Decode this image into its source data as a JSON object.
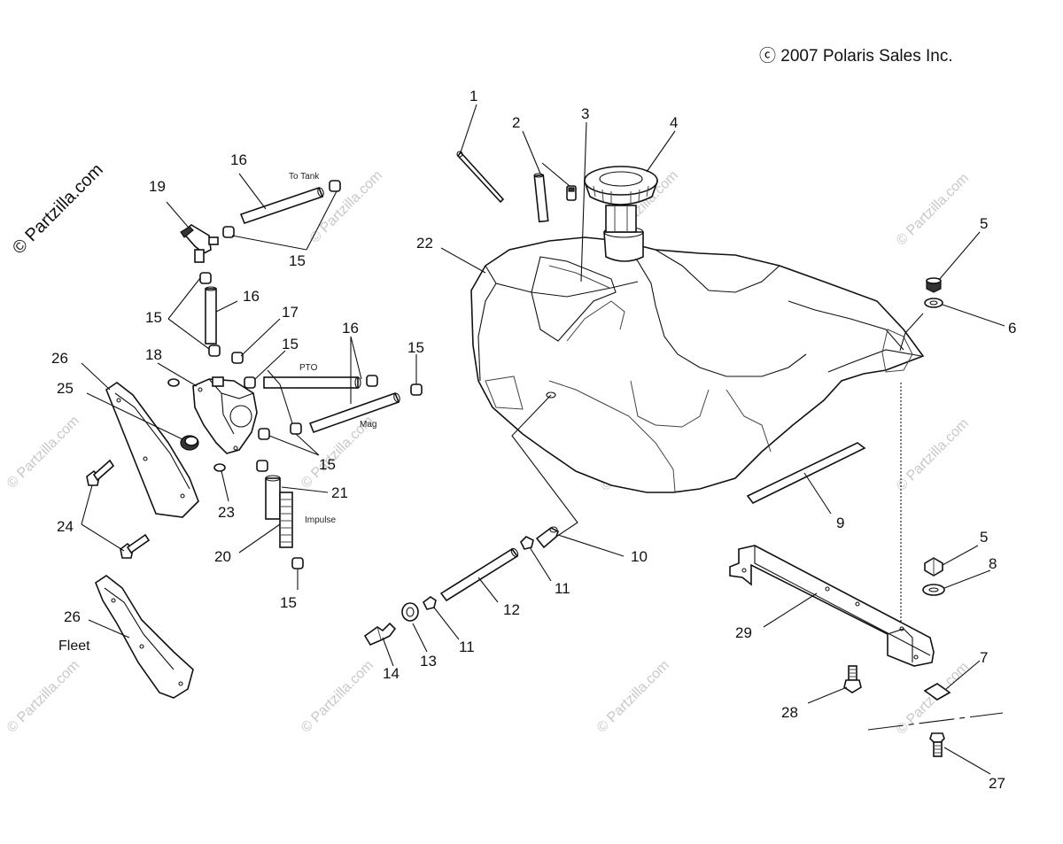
{
  "copyright": "ⓒ 2007 Polaris Sales Inc.",
  "watermark": "© Partzilla.com",
  "callouts": {
    "c1": "1",
    "c2": "2",
    "c3": "3",
    "c4": "4",
    "c5a": "5",
    "c5b": "5",
    "c6": "6",
    "c7": "7",
    "c8": "8",
    "c9": "9",
    "c10": "10",
    "c11a": "11",
    "c11b": "11",
    "c12": "12",
    "c13": "13",
    "c14": "14",
    "c15a": "15",
    "c15b": "15",
    "c15c": "15",
    "c15d": "15",
    "c15e": "15",
    "c15f": "15",
    "c16a": "16",
    "c16b": "16",
    "c16c": "16",
    "c17": "17",
    "c18": "18",
    "c19": "19",
    "c20": "20",
    "c21": "21",
    "c22": "22",
    "c23": "23",
    "c24": "24",
    "c25": "25",
    "c26a": "26",
    "c26b": "26",
    "c27": "27",
    "c28": "28",
    "c29": "29"
  },
  "notes": {
    "to_tank": "To Tank",
    "pto": "PTO",
    "mag": "Mag",
    "impulse": "Impulse",
    "fleet": "Fleet"
  }
}
